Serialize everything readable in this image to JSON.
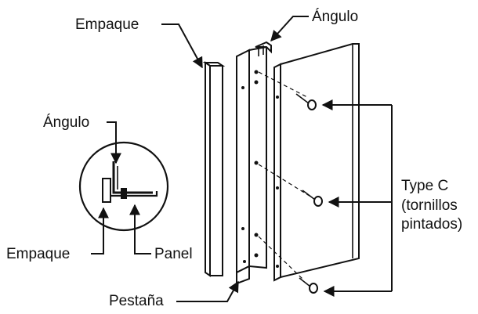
{
  "labels": {
    "empaque_top": "Empaque",
    "angulo_top": "Ángulo",
    "angulo_detail": "Ángulo",
    "empaque_detail": "Empaque",
    "panel_detail": "Panel",
    "type_c_line1": "Type C",
    "type_c_line2": "(tornillos",
    "type_c_line3": "pintados)",
    "pestana": "Pestaña"
  }
}
